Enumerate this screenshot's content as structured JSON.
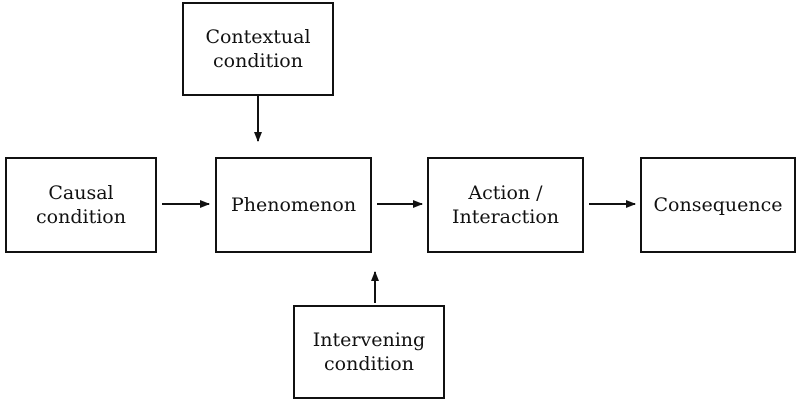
{
  "diagram": {
    "nodes": {
      "contextual": {
        "lines": [
          "Contextual",
          "condition"
        ]
      },
      "causal": {
        "lines": [
          "Causal",
          "condition"
        ]
      },
      "phenomenon": {
        "lines": [
          "Phenomenon"
        ]
      },
      "action": {
        "lines": [
          "Action /",
          "Interaction"
        ]
      },
      "consequence": {
        "lines": [
          "Consequence"
        ]
      },
      "intervening": {
        "lines": [
          "Intervening",
          "condition"
        ]
      }
    },
    "edges": [
      {
        "from": "Causal condition",
        "to": "Phenomenon"
      },
      {
        "from": "Contextual condition",
        "to": "Phenomenon"
      },
      {
        "from": "Intervening condition",
        "to": "Phenomenon"
      },
      {
        "from": "Phenomenon",
        "to": "Action / Interaction"
      },
      {
        "from": "Action / Interaction",
        "to": "Consequence"
      }
    ],
    "colors": {
      "stroke": "#111111",
      "background": "#ffffff"
    }
  }
}
